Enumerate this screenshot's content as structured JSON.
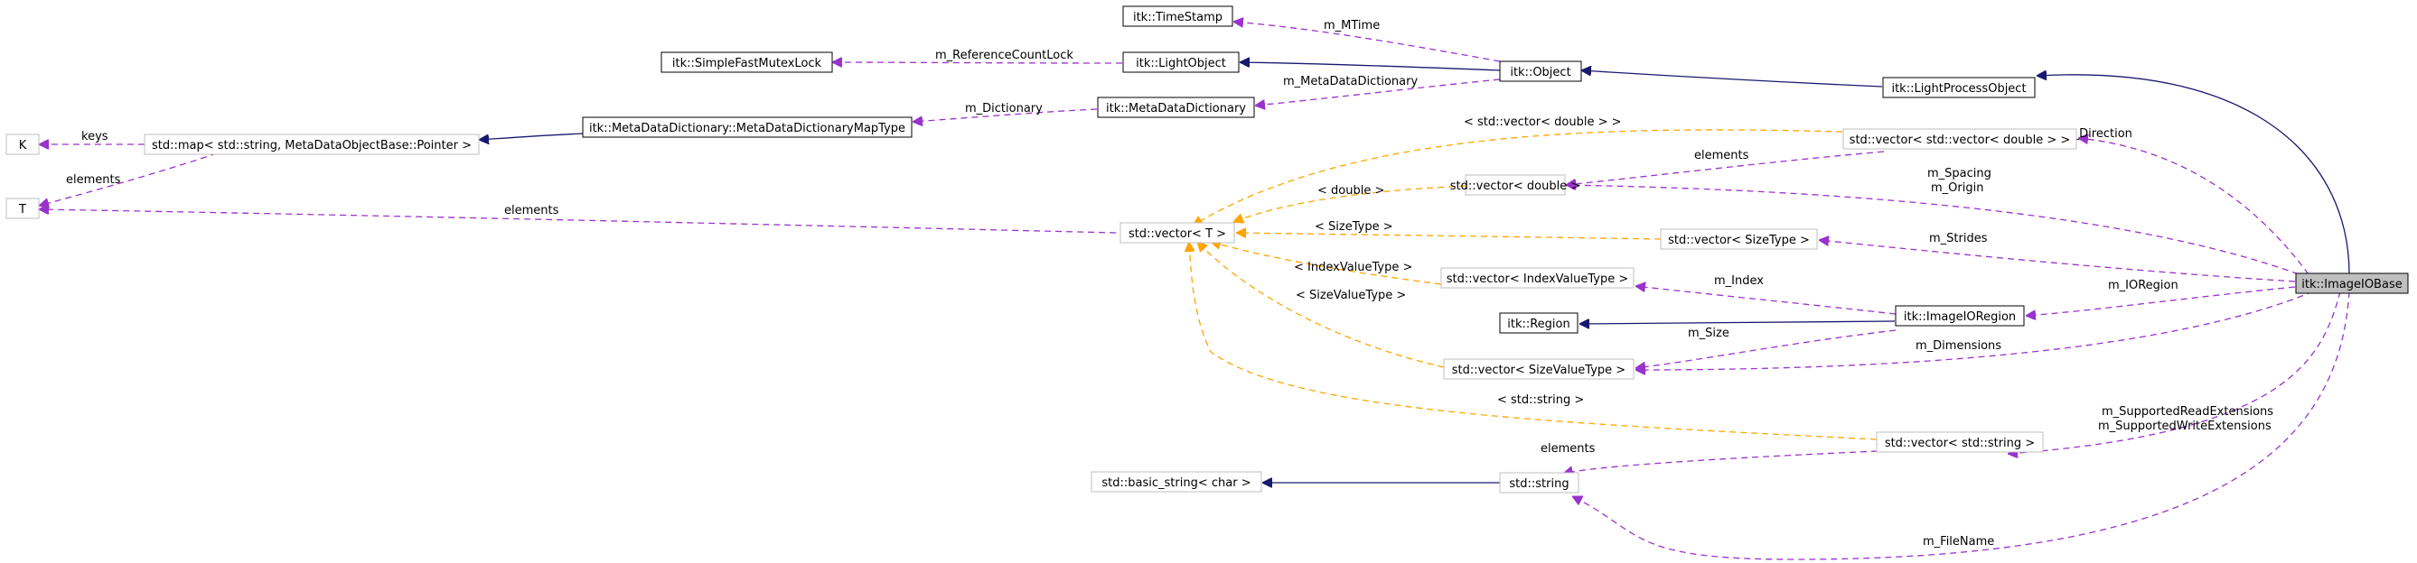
{
  "colors": {
    "inheritance": "#191970",
    "usage": "#9a32cd",
    "template": "#ffa500",
    "focus_fill": "#bfbfbf",
    "grey_border": "#bfbfbf"
  },
  "nodes": {
    "timestamp": "itk::TimeStamp",
    "mutex": "itk::SimpleFastMutexLock",
    "lightobject": "itk::LightObject",
    "object": "itk::Object",
    "lightprocess": "itk::LightProcessObject",
    "k": "K",
    "stdmap": "std::map< std::string, MetaDataObjectBase::Pointer >",
    "mapType": "itk::MetaDataDictionary::MetaDataDictionaryMapType",
    "metadict": "itk::MetaDataDictionary",
    "t": "T",
    "vecvec": "std::vector< std::vector< double > >",
    "vecdouble": "std::vector< double >",
    "vect": "std::vector< T >",
    "vecsize": "std::vector< SizeType >",
    "vecindex": "std::vector< IndexValueType >",
    "region": "itk::Region",
    "ioregion": "itk::ImageIORegion",
    "vecsizeval": "std::vector< SizeValueType >",
    "imageio": "itk::ImageIOBase",
    "vecstring": "std::vector< std::string >",
    "basicstring": "std::basic_string< char >",
    "stdstring": "std::string"
  },
  "edge_labels": {
    "mtime": "m_MTime",
    "refcount": "m_ReferenceCountLock",
    "metadatadict": "m_MetaDataDictionary",
    "dictionary": "m_Dictionary",
    "keys": "keys",
    "elements_map": "elements",
    "elements_vect": "elements",
    "tmpl_vecvec": "< std::vector< double > >",
    "elements_vecdouble": "elements",
    "tmpl_double": "< double >",
    "tmpl_size": "< SizeType >",
    "tmpl_index": "< IndexValueType >",
    "tmpl_sizeval": "< SizeValueType >",
    "tmpl_string": "< std::string >",
    "direction": "m_Direction",
    "spacing": "m_Spacing",
    "origin": "m_Origin",
    "strides": "m_Strides",
    "index": "m_Index",
    "ioregion": "m_IORegion",
    "size": "m_Size",
    "dimensions": "m_Dimensions",
    "read_ext": "m_SupportedReadExtensions",
    "write_ext": "m_SupportedWriteExtensions",
    "elements_string": "elements",
    "filename": "m_FileName"
  }
}
